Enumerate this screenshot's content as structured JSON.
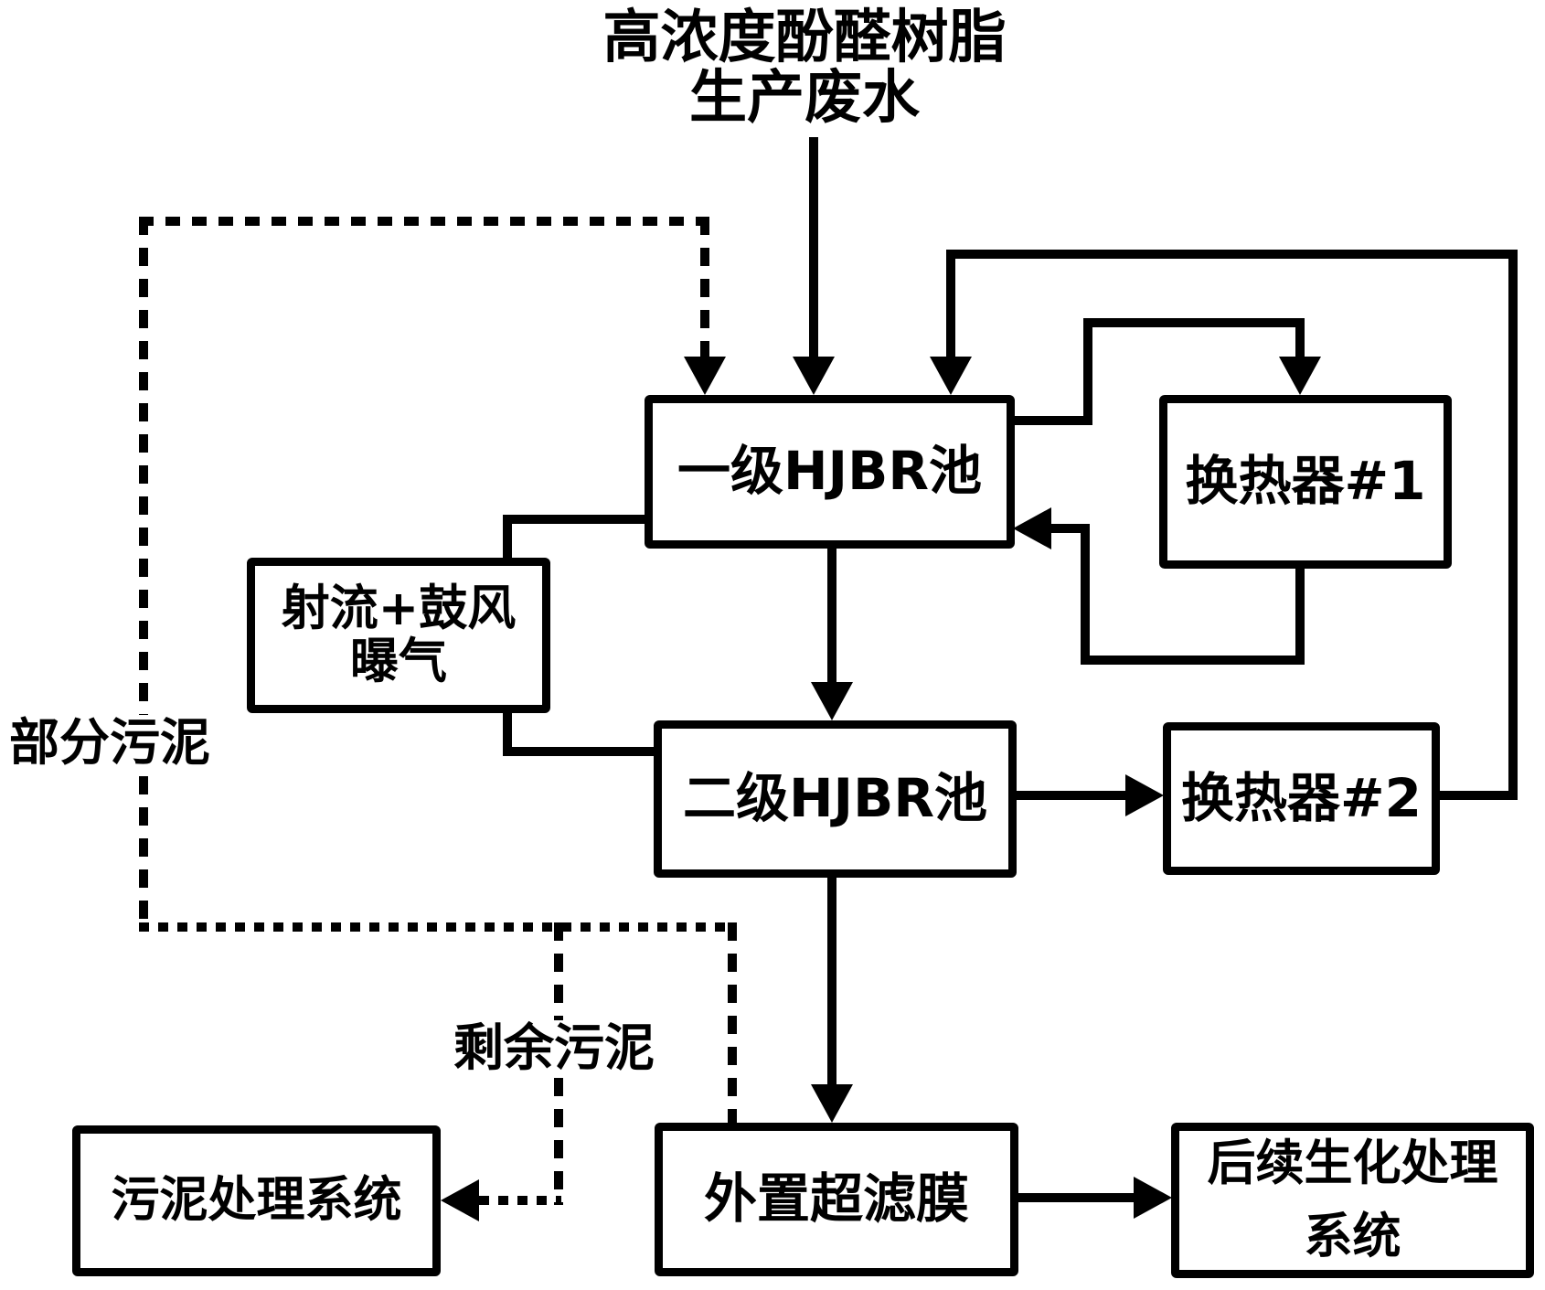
{
  "title": {
    "line1": "高浓度酚醛树脂",
    "line2": "生产废水"
  },
  "boxes": {
    "hjbr1": {
      "label": "一级HJBR池"
    },
    "hx1": {
      "label": "换热器#1"
    },
    "jet": {
      "line1": "射流+鼓风",
      "line2": "曝气"
    },
    "hjbr2": {
      "label": "二级HJBR池"
    },
    "hx2": {
      "label": "换热器#2"
    },
    "sludge": {
      "label": "污泥处理系统"
    },
    "uf": {
      "label": "外置超滤膜"
    },
    "bio": {
      "line1": "后续生化处理",
      "line2": "系统"
    }
  },
  "edge_labels": {
    "partial_sludge": "部分污泥",
    "excess_sludge": "剩余污泥"
  },
  "colors": {
    "line": "#000000",
    "background": "#ffffff",
    "box_fill": "#ffffff"
  }
}
